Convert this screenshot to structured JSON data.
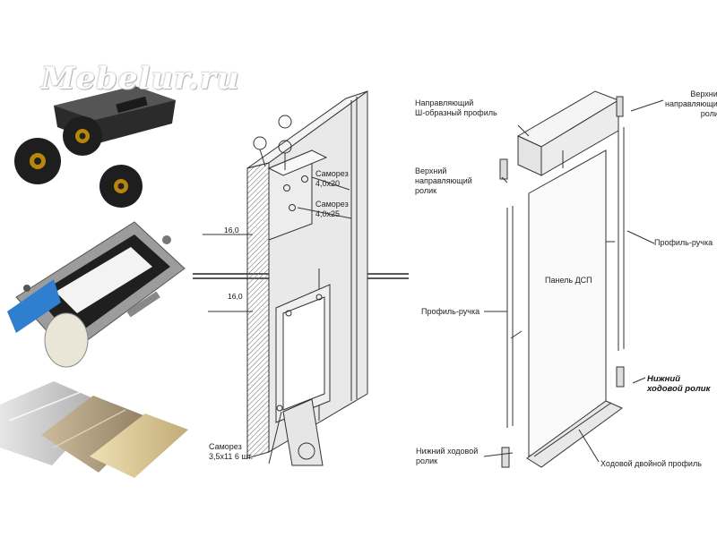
{
  "watermark": "Mebelur.ru",
  "middle_drawing": {
    "screw_top": "Саморез\n4,0x20",
    "screw_mid": "Саморез\n4,0x25",
    "screw_bottom": "Саморез\n3,5x11 6 шт.",
    "dim_top": "16,0",
    "dim_bottom": "16,0"
  },
  "right_drawing": {
    "label_top_guide_profile": "Направляющий\nШ-образный профиль",
    "label_top_guide_roller_right": "Верхний\nнаправляющий\nролик",
    "label_top_guide_roller_left": "Верхний\nнаправляющий\nролик",
    "label_handle_profile_right": "Профиль-ручка",
    "label_handle_profile_left": "Профиль-ручка",
    "label_panel": "Панель ДСП",
    "label_bottom_roller_emphasis": "Нижний\nходовой ролик",
    "label_bottom_roller_left": "Нижний ходовой\nролик",
    "label_double_track": "Ходовой двойной профиль"
  },
  "colors": {
    "line": "#333333",
    "hatch": "#555555",
    "metal_dark": "#2a2a2a",
    "blue_part": "#2f7fd0",
    "profile_silver": "#c9c9c9",
    "profile_bronze": "#b3a184",
    "profile_gold": "#d9c79a"
  }
}
